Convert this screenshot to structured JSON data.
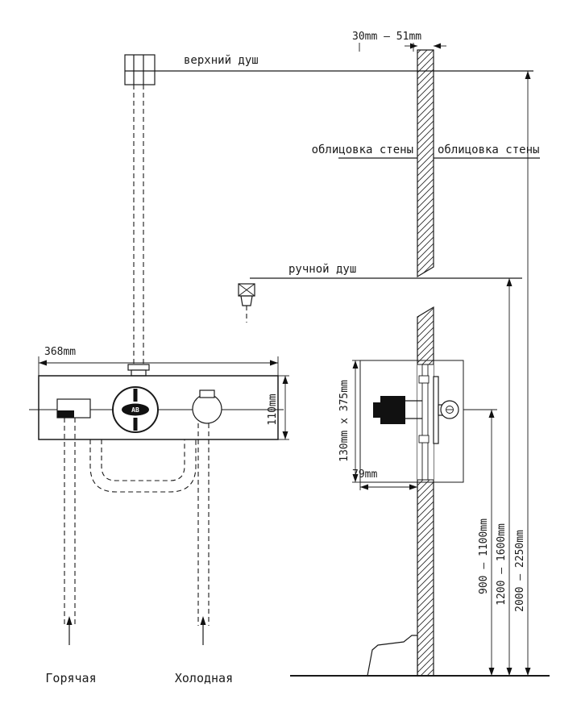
{
  "labels": {
    "top_shower": "верхний душ",
    "hand_shower": "ручной душ",
    "wall_cladding_left": "облицовка стены",
    "wall_cladding_right": "облицовка стены",
    "hot_supply": "Горячая",
    "cold_supply": "Холодная"
  },
  "dimensions": {
    "cladding_thickness": "30mm — 51mm",
    "mixer_width": "368mm",
    "mixer_height": "110mm",
    "recess_size": "130mm x 375mm",
    "recess_depth": "79mm",
    "mixer_mount_height": "900 – 1100mm",
    "hand_shower_height": "1200 – 1600mm",
    "top_shower_height": "2000 – 2250mm"
  },
  "brand": {
    "logo": "AB"
  }
}
